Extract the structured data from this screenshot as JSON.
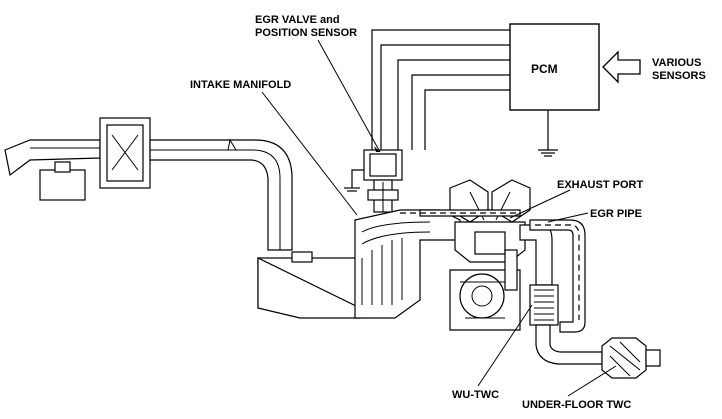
{
  "labels": {
    "egr_valve": [
      "EGR VALVE and",
      "POSITION SENSOR"
    ],
    "intake_manifold": "INTAKE MANIFOLD",
    "pcm": "PCM",
    "various_sensors": [
      "VARIOUS",
      "SENSORS"
    ],
    "exhaust_port": "EXHAUST PORT",
    "egr_pipe": "EGR PIPE",
    "wu_twc": "WU-TWC",
    "under_floor_twc": "UNDER-FLOOR TWC"
  }
}
